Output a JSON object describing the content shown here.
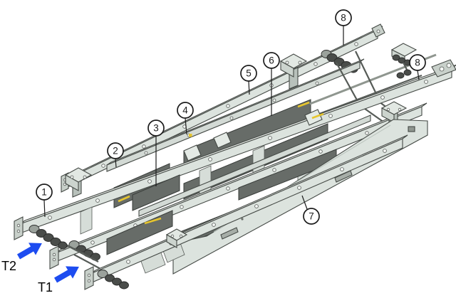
{
  "illustration": {
    "alt": "Isometric technical line drawing of a dual-lane board transport conveyor module with numbered part callouts",
    "background": "#ffffff"
  },
  "callouts": [
    {
      "label": "1"
    },
    {
      "label": "2"
    },
    {
      "label": "3"
    },
    {
      "label": "4"
    },
    {
      "label": "5"
    },
    {
      "label": "6"
    },
    {
      "label": "7"
    },
    {
      "label": "8"
    },
    {
      "label": "8"
    }
  ],
  "lanes": {
    "t2_label": "T2",
    "t1_label": "T1"
  },
  "colors": {
    "arrow_blue": "#1d4cf0",
    "machine_body": "#dce3de",
    "belt_dark": "#676c68",
    "marking_yellow": "#e6c52e",
    "outline": "#454a46"
  }
}
